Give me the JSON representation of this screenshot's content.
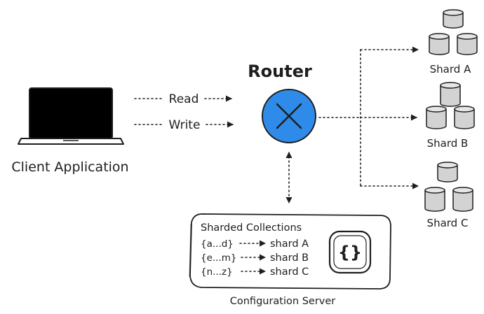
{
  "client": {
    "label": "Client Application"
  },
  "requests": {
    "read": "Read",
    "write": "Write"
  },
  "router": {
    "label": "Router",
    "fill": "#2f8bea"
  },
  "shards": [
    {
      "label": "Shard A"
    },
    {
      "label": "Shard B"
    },
    {
      "label": "Shard C"
    }
  ],
  "config": {
    "label": "Configuration Server",
    "title": "Sharded Collections",
    "mappings": [
      {
        "range": "{a...d}",
        "target": "shard A"
      },
      {
        "range": "{e...m}",
        "target": "shard B"
      },
      {
        "range": "{n...z}",
        "target": "shard C"
      }
    ],
    "icon_glyph": "{}"
  }
}
